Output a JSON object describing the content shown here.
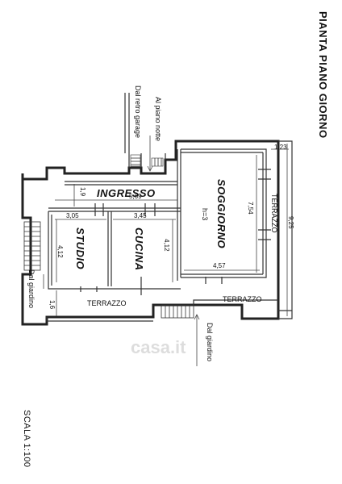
{
  "title": "PIANTA PIANO GIORNO",
  "scale": "SCALA 1:100",
  "watermark": "casa.it",
  "rooms": {
    "ingresso": "INGRESSO",
    "soggiorno": "SOGGIORNO",
    "soggiorno_h": "h=3",
    "studio": "STUDIO",
    "cucina": "CUCINA",
    "terrazzo_left": "TERRAZZO",
    "terrazzo_right": "TERRAZZO",
    "terrazzo_side": "TERRAZZO"
  },
  "notes": {
    "garage": "Dal retro garage",
    "notte": "Al piano notte",
    "giardino_left": "Dal giardino",
    "giardino_bottom": "Dal giardino"
  },
  "dimensions": {
    "d_1_9": "1,9",
    "d_5_69": "5,69",
    "d_3_05": "3,05",
    "d_3_45": "3,45",
    "d_4_12_a": "4,12",
    "d_4_12_b": "4,12",
    "d_7_54": "7,54",
    "d_4_57": "4,57",
    "d_9_25": "9,25",
    "d_1_23": "1,23",
    "d_1_6": "1,6"
  }
}
